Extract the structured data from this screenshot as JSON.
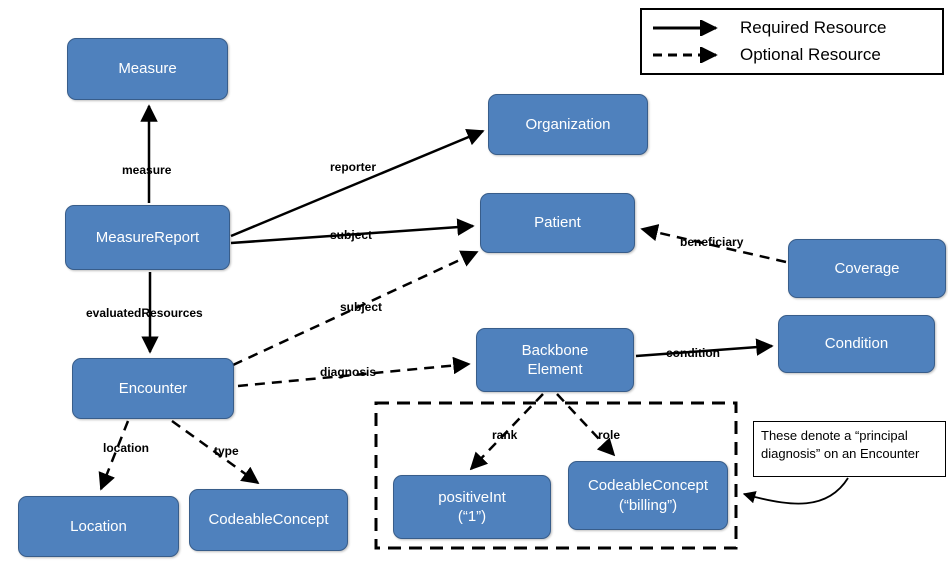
{
  "legend": {
    "required_label": "Required Resource",
    "optional_label": "Optional Resource"
  },
  "nodes": {
    "measure": "Measure",
    "measureReport": "MeasureReport",
    "encounter": "Encounter",
    "location": "Location",
    "codeableConcept": "CodeableConcept",
    "organization": "Organization",
    "patient": "Patient",
    "backboneElement": "Backbone\nElement",
    "coverage": "Coverage",
    "condition": "Condition",
    "positiveInt": "positiveInt\n(“1”)",
    "codeableConceptBilling": "CodeableConcept\n(“billing”)"
  },
  "edges": {
    "measure": "measure",
    "evaluatedResources": "evaluatedResources",
    "reporter": "reporter",
    "subject_report": "subject",
    "subject_encounter": "subject",
    "diagnosis": "diagnosis",
    "condition": "condition",
    "beneficiary": "beneficiary",
    "rank": "rank",
    "role": "role",
    "location": "location",
    "type": "type"
  },
  "annotation": "These denote a “principal diagnosis” on an Encounter",
  "colors": {
    "node_fill": "#4f81bd",
    "node_border": "#385d8a",
    "node_text": "#ffffff",
    "line": "#000000",
    "background": "#ffffff"
  }
}
